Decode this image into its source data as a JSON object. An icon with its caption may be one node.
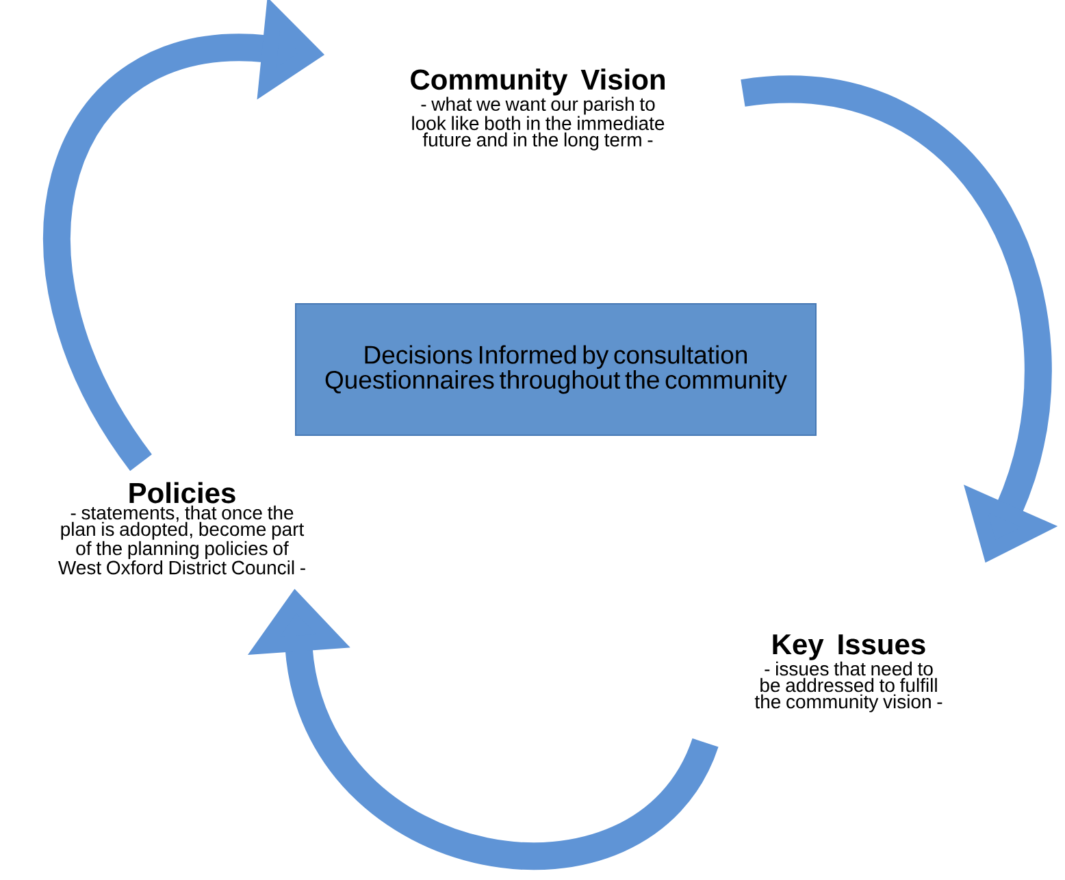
{
  "diagram": {
    "nodes": [
      {
        "text": [
          "Community Vision",
          "- what we want our parish to look like both in the immediate future and in the long term -"
        ]
      },
      {
        "text": [
          "Key Issues",
          "- issues that need to be addressed to fulfill the community vision -"
        ]
      },
      {
        "text": [
          "Policies",
          "- statements, that once the plan is adopted, become part of the planning policies of West Oxford District Council -"
        ]
      },
      {
        "text": [
          "Decisions Informed by consultation Questionnaires throughout the community"
        ]
      }
    ],
    "edges": [
      {
        "from": 0,
        "to": 1,
        "arrow": "to"
      },
      {
        "from": 1,
        "to": 2,
        "arrow": "to"
      },
      {
        "from": 2,
        "to": 0,
        "arrow": "to"
      }
    ]
  }
}
